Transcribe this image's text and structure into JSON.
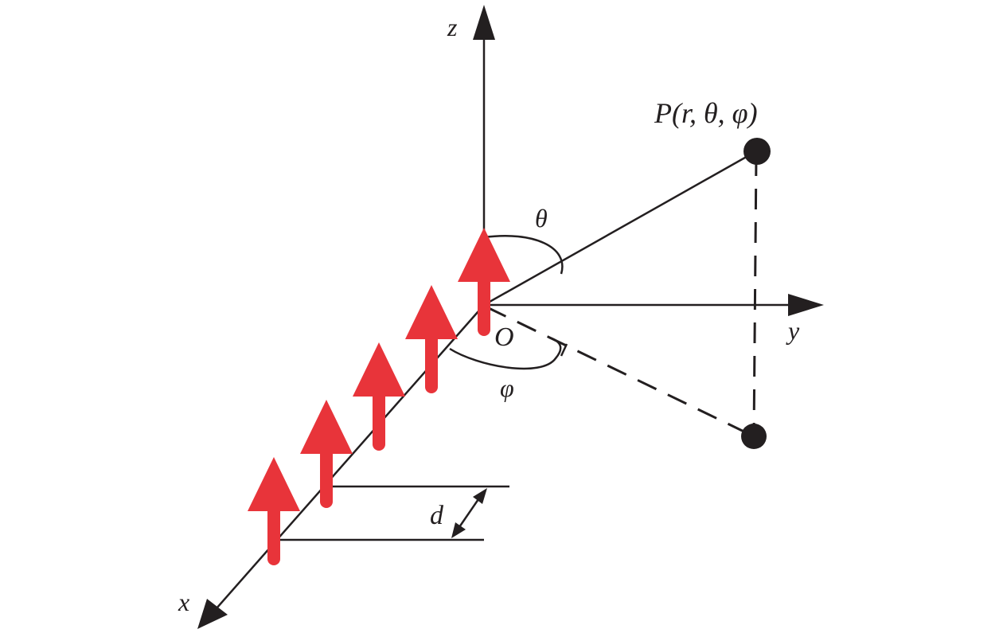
{
  "diagram": {
    "labels": {
      "z_axis": "z",
      "y_axis": "y",
      "x_axis": "x",
      "origin": "O",
      "point": "P(r, θ, φ)",
      "theta": "θ",
      "phi": "φ",
      "spacing": "d"
    },
    "dipole_count": 5,
    "colors": {
      "dipole": "#e8343a",
      "lines": "#231f20",
      "background": "#ffffff"
    }
  }
}
